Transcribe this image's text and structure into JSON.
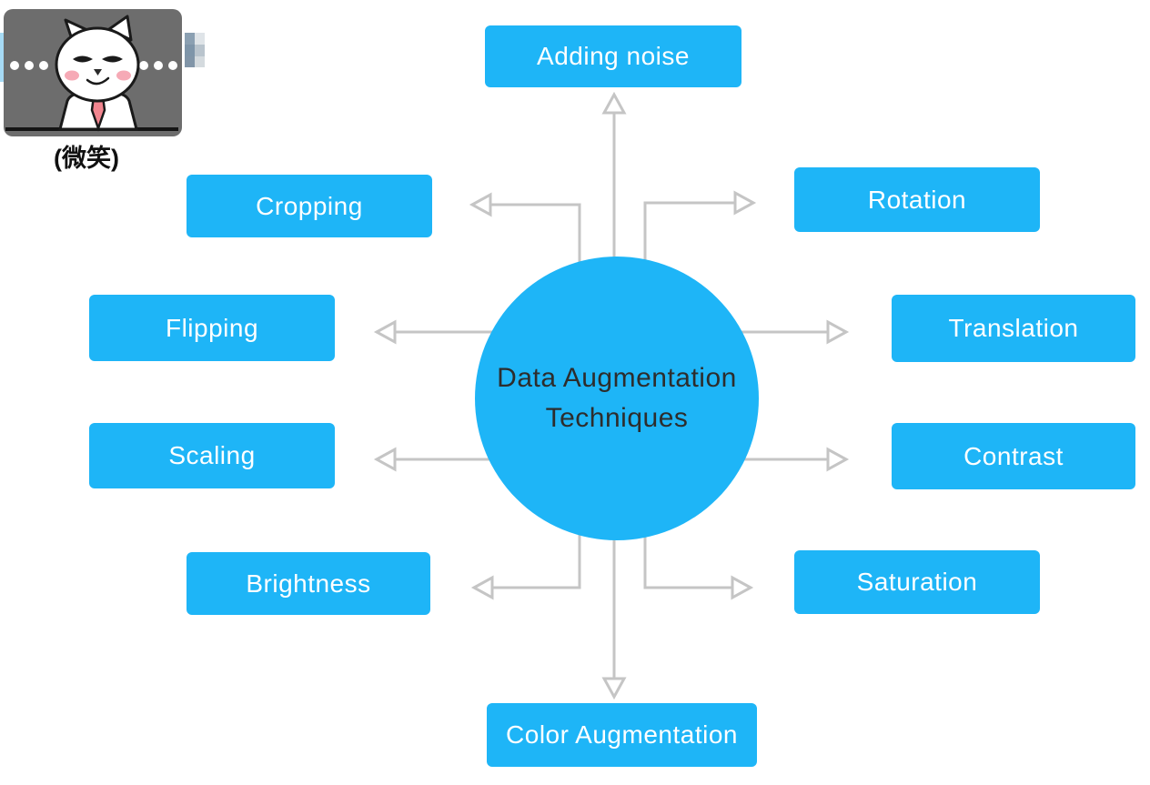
{
  "sticker": {
    "caption": "(微笑)"
  },
  "diagram": {
    "center": {
      "line1": "Data Augmentation",
      "line2": "Techniques"
    },
    "nodes": {
      "adding_noise": "Adding noise",
      "cropping": "Cropping",
      "rotation": "Rotation",
      "flipping": "Flipping",
      "translation": "Translation",
      "scaling": "Scaling",
      "contrast": "Contrast",
      "brightness": "Brightness",
      "saturation": "Saturation",
      "color_augmentation": "Color Augmentation"
    },
    "colors": {
      "node_fill": "#1eb5f7",
      "node_text": "#ffffff",
      "center_text": "#2d2d2d",
      "arrow": "#c5c5c5",
      "sticker_bg": "#6d6d6d"
    }
  }
}
